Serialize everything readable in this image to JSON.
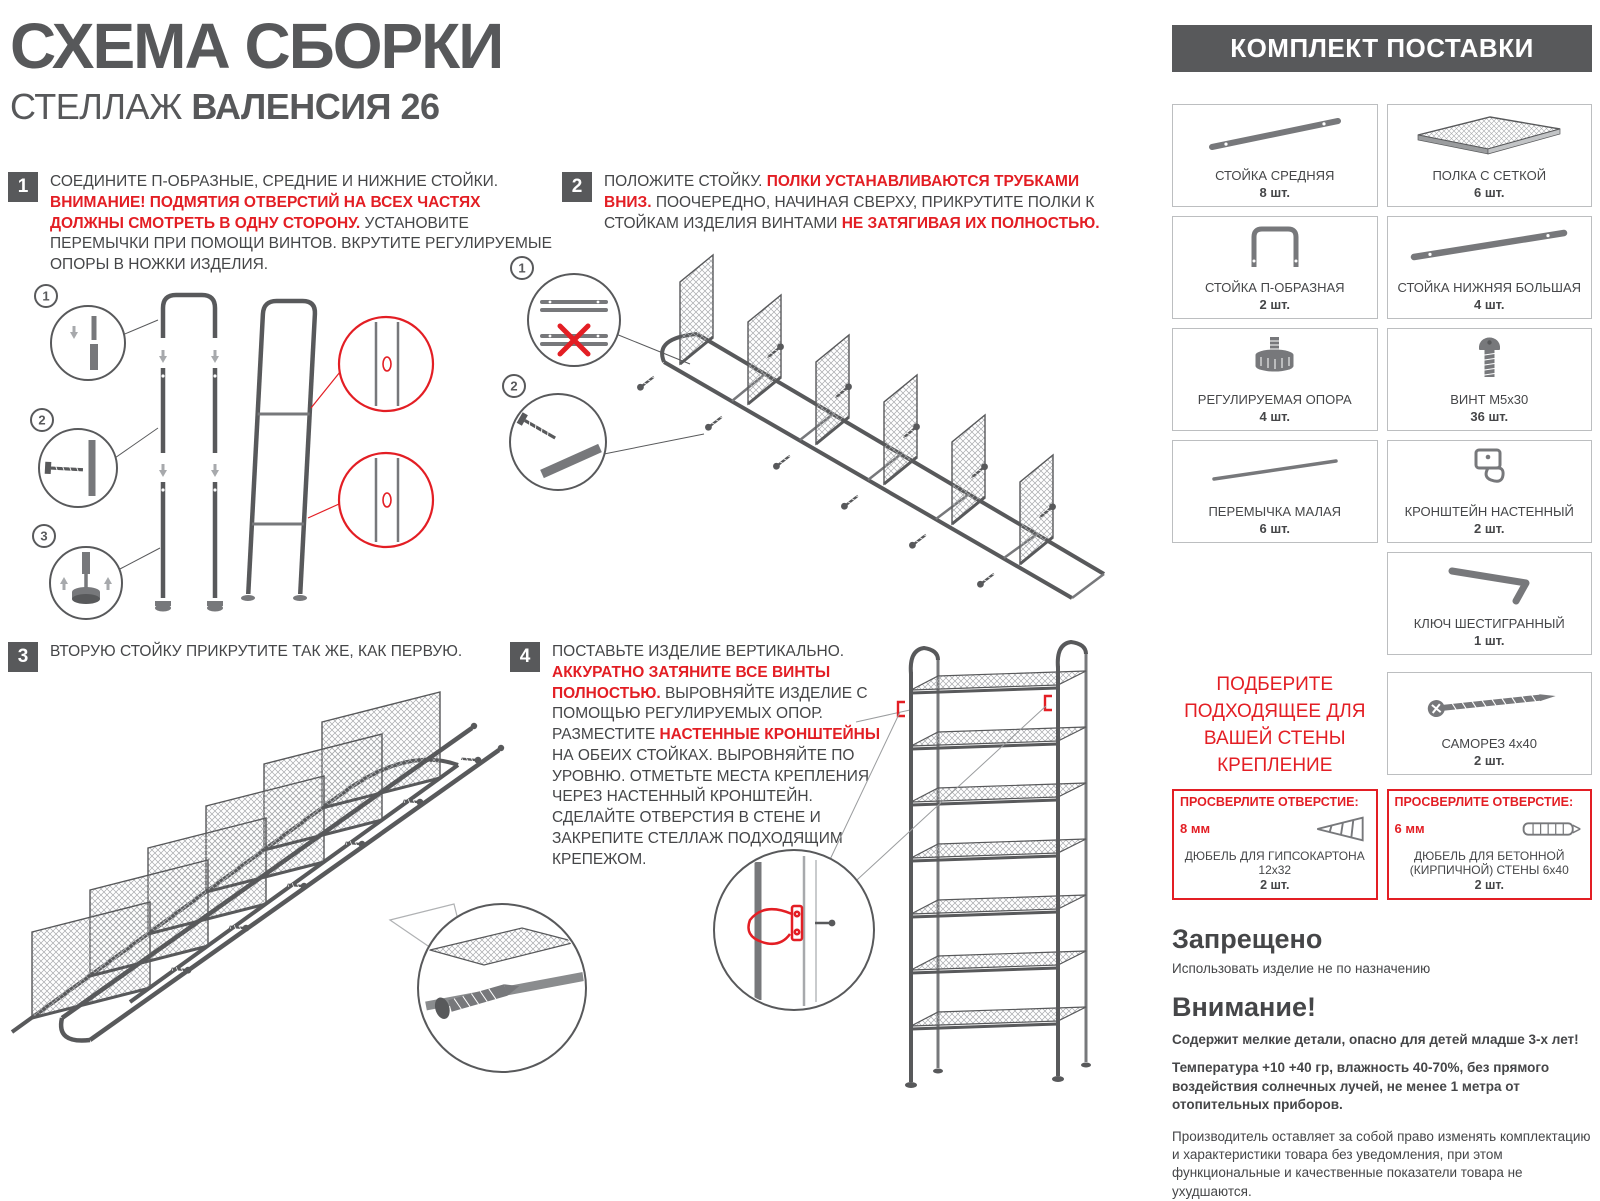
{
  "page": {
    "title": "СХЕМА СБОРКИ",
    "subtitle_regular": "СТЕЛЛАЖ ",
    "subtitle_bold": "ВАЛЕНСИЯ 26"
  },
  "callouts": {
    "c1": "1",
    "c2": "2",
    "c3": "3"
  },
  "steps": [
    {
      "num": "1",
      "t1": "СОЕДИНИТЕ П-ОБРАЗНЫЕ, СРЕДНИЕ И НИЖНИЕ СТОЙКИ. ",
      "t2": "ВНИМАНИЕ! ПОДМЯТИЯ ОТВЕРСТИЙ НА ВСЕХ ЧАСТЯХ ДОЛЖНЫ СМОТРЕТЬ В ОДНУ СТОРОНУ.",
      "t3": " УСТАНОВИТЕ ПЕРЕМЫЧКИ ПРИ ПОМОЩИ ВИНТОВ. ВКРУТИТЕ РЕГУЛИРУЕМЫЕ ОПОРЫ В НОЖКИ ИЗДЕЛИЯ."
    },
    {
      "num": "2",
      "t1": "ПОЛОЖИТЕ СТОЙКУ. ",
      "t2": "ПОЛКИ УСТАНАВЛИВАЮТСЯ ТРУБКАМИ ВНИЗ.",
      "t3": " ПООЧЕРЕДНО, НАЧИНАЯ СВЕРХУ, ПРИКРУТИТЕ ПОЛКИ К СТОЙКАМ ИЗДЕЛИЯ ВИНТАМИ ",
      "t4": "НЕ ЗАТЯГИВАЯ ИХ ПОЛНОСТЬЮ."
    },
    {
      "num": "3",
      "t1": "ВТОРУЮ СТОЙКУ ПРИКРУТИТЕ ТАК ЖЕ, КАК ПЕРВУЮ."
    },
    {
      "num": "4",
      "t1": "ПОСТАВЬТЕ ИЗДЕЛИЕ ВЕРТИКАЛЬНО. ",
      "t2": "АККУРАТНО ЗАТЯНИТЕ ВСЕ ВИНТЫ ПОЛНОСТЬЮ.",
      "t3": " ВЫРОВНЯЙТЕ ИЗДЕЛИЕ С ПОМОЩЬЮ РЕГУЛИРУЕМЫХ ОПОР. РАЗМЕСТИТЕ ",
      "t4": "НАСТЕННЫЕ КРОНШТЕЙНЫ",
      "t5": " НА ОБЕИХ СТОЙКАХ. ВЫРОВНЯЙТЕ ПО УРОВНЮ. ОТМЕТЬТЕ МЕСТА КРЕПЛЕНИЯ ЧЕРЕЗ НАСТЕННЫЙ КРОНШТЕЙН. СДЕЛАЙТЕ ОТВЕРСТИЯ В СТЕНЕ И ЗАКРЕПИТЕ СТЕЛЛАЖ ПОДХОДЯЩИМ КРЕПЕЖОМ."
    }
  ],
  "kit": {
    "header": "КОМПЛЕКТ ПОСТАВКИ",
    "parts": [
      {
        "name": "СТОЙКА СРЕДНЯЯ",
        "qty": "8 шт.",
        "icon": "middle-post-icon"
      },
      {
        "name": "ПОЛКА С СЕТКОЙ",
        "qty": "6 шт.",
        "icon": "mesh-shelf-icon"
      },
      {
        "name": "СТОЙКА П-ОБРАЗНАЯ",
        "qty": "2 шт.",
        "icon": "u-post-icon"
      },
      {
        "name": "СТОЙКА НИЖНЯЯ БОЛЬШАЯ",
        "qty": "4 шт.",
        "icon": "bottom-post-icon"
      },
      {
        "name": "РЕГУЛИРУЕМАЯ ОПОРА",
        "qty": "4 шт.",
        "icon": "adjustable-foot-icon"
      },
      {
        "name": "ВИНТ М5х30",
        "qty": "36 шт.",
        "icon": "bolt-icon"
      },
      {
        "name": "ПЕРЕМЫЧКА МАЛАЯ",
        "qty": "6 шт.",
        "icon": "small-rod-icon"
      },
      {
        "name": "КРОНШТЕЙН НАСТЕННЫЙ",
        "qty": "2 шт.",
        "icon": "wall-bracket-icon"
      },
      {
        "name": "КЛЮЧ ШЕСТИГРАННЫЙ",
        "qty": "1 шт.",
        "icon": "hex-key-icon"
      }
    ]
  },
  "fasteners": {
    "choose_note": "ПОДБЕРИТЕ ПОДХОДЯЩЕЕ ДЛЯ ВАШЕЙ СТЕНЫ КРЕПЛЕНИЕ",
    "screw": {
      "name": "САМОРЕЗ 4х40",
      "qty": "2 шт.",
      "icon": "wood-screw-icon"
    },
    "drill1": {
      "header": "ПРОСВЕРЛИТЕ ОТВЕРСТИЕ:",
      "size": "8 мм",
      "name": "ДЮБЕЛЬ ДЛЯ ГИПСОКАРТОНА 12х32",
      "qty": "2 шт.",
      "icon": "drywall-anchor-icon"
    },
    "drill2": {
      "header": "ПРОСВЕРЛИТЕ ОТВЕРСТИЕ:",
      "size": "6 мм",
      "name": "ДЮБЕЛЬ ДЛЯ БЕТОННОЙ (КИРПИЧНОЙ) СТЕНЫ 6х40",
      "qty": "2 шт.",
      "icon": "wall-plug-icon"
    }
  },
  "notices": {
    "forbidden_title": "Запрещено",
    "forbidden_text": "Использовать изделие не по назначению",
    "warning_title": "Внимание!",
    "warning_bold1": "Содержит мелкие детали, опасно для детей младше 3-х лет!",
    "warning_bold2": "Температура +10 +40 гр, влажность 40-70%, без прямого воздействия солнечных лучей, не менее 1 метра от отопительных приборов.",
    "warning_text": "Производитель оставляет за собой право изменять комплектацию и характеристики товара без уведомления, при этом функциональные и качественные показатели товара не ухудшаются."
  },
  "colors": {
    "accent_red": "#e31e24",
    "dark_gray": "#58595b"
  }
}
